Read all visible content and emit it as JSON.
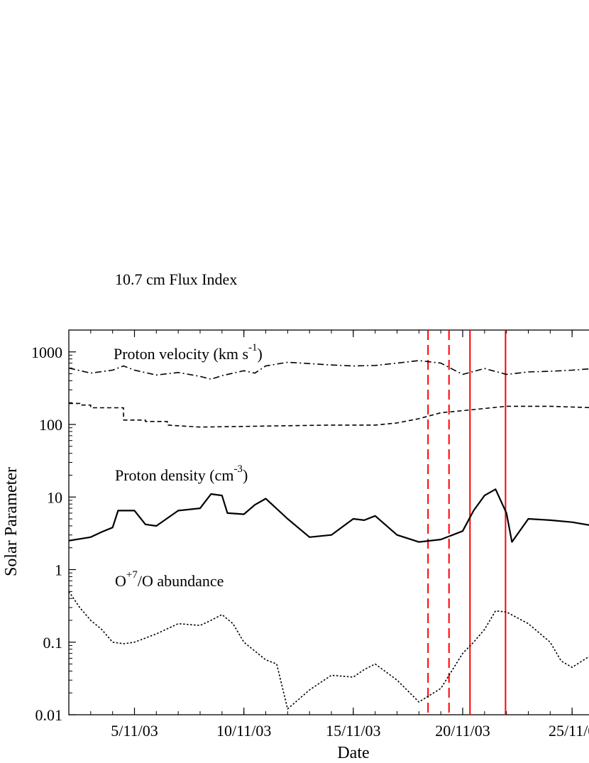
{
  "chart_data": {
    "type": "line",
    "xlabel": "Date",
    "ylabel": "Solar Parameter",
    "yscale": "log",
    "ylim": [
      0.01,
      2000
    ],
    "xlim": [
      "2003-11-02",
      "2003-11-26"
    ],
    "x_ticks": [
      {
        "date": "2003-11-05",
        "label": "5/11/03"
      },
      {
        "date": "2003-11-10",
        "label": "10/11/03"
      },
      {
        "date": "2003-11-15",
        "label": "15/11/03"
      },
      {
        "date": "2003-11-20",
        "label": "20/11/03"
      },
      {
        "date": "2003-11-25",
        "label": "25/11/0"
      }
    ],
    "y_ticks": [
      {
        "value": 0.01,
        "label": "0.01"
      },
      {
        "value": 0.1,
        "label": "0.1"
      },
      {
        "value": 1,
        "label": "1"
      },
      {
        "value": 10,
        "label": "10"
      },
      {
        "value": 100,
        "label": "100"
      },
      {
        "value": 1000,
        "label": "1000"
      }
    ],
    "grid": false,
    "series": [
      {
        "name": "Proton velocity (km s-1)",
        "label_main": "Proton velocity (km s",
        "label_sup": "-1",
        "label_end": ")",
        "style": "dashdot",
        "color": "#000000",
        "x": [
          "2003-11-02",
          "2003-11-03",
          "2003-11-04",
          "2003-11-04T12:00",
          "2003-11-05",
          "2003-11-06",
          "2003-11-07",
          "2003-11-08",
          "2003-11-08T12:00",
          "2003-11-09",
          "2003-11-10",
          "2003-11-10T12:00",
          "2003-11-11",
          "2003-11-12",
          "2003-11-13",
          "2003-11-14",
          "2003-11-15",
          "2003-11-16",
          "2003-11-17",
          "2003-11-18",
          "2003-11-19",
          "2003-11-20",
          "2003-11-21",
          "2003-11-22",
          "2003-11-23",
          "2003-11-24",
          "2003-11-25",
          "2003-11-26"
        ],
        "y": [
          600,
          510,
          560,
          640,
          560,
          480,
          520,
          460,
          420,
          470,
          550,
          510,
          640,
          720,
          690,
          660,
          640,
          650,
          700,
          760,
          700,
          490,
          590,
          490,
          530,
          540,
          560,
          590
        ]
      },
      {
        "name": "10.7 cm Flux Index",
        "style": "dashed",
        "color": "#000000",
        "x": [
          "2003-11-02",
          "2003-11-02T12:00",
          "2003-11-02T12:00",
          "2003-11-03",
          "2003-11-03",
          "2003-11-04",
          "2003-11-04T12:00",
          "2003-11-04T12:00",
          "2003-11-05T12:00",
          "2003-11-05T12:00",
          "2003-11-06T12:00",
          "2003-11-06T12:00",
          "2003-11-08",
          "2003-11-10",
          "2003-11-12",
          "2003-11-14",
          "2003-11-16",
          "2003-11-17",
          "2003-11-17",
          "2003-11-18",
          "2003-11-18",
          "2003-11-19",
          "2003-11-19",
          "2003-11-20",
          "2003-11-20",
          "2003-11-22",
          "2003-11-24",
          "2003-11-26"
        ],
        "y": [
          195,
          195,
          185,
          185,
          170,
          170,
          170,
          115,
          115,
          110,
          110,
          98,
          92,
          94,
          96,
          98,
          98,
          105,
          105,
          120,
          120,
          145,
          145,
          155,
          155,
          178,
          178,
          170
        ]
      },
      {
        "name": "Proton density (cm-3)",
        "label_main": "Proton density (cm",
        "label_sup": "-3",
        "label_end": ")",
        "style": "solid",
        "color": "#000000",
        "x": [
          "2003-11-02",
          "2003-11-03",
          "2003-11-03T12:00",
          "2003-11-04",
          "2003-11-04T06:00",
          "2003-11-05",
          "2003-11-05T12:00",
          "2003-11-06",
          "2003-11-07",
          "2003-11-08",
          "2003-11-08T12:00",
          "2003-11-09",
          "2003-11-09T06:00",
          "2003-11-10",
          "2003-11-10T12:00",
          "2003-11-11",
          "2003-11-12",
          "2003-11-13",
          "2003-11-14",
          "2003-11-15",
          "2003-11-15T12:00",
          "2003-11-16",
          "2003-11-17",
          "2003-11-18",
          "2003-11-19",
          "2003-11-20",
          "2003-11-20T12:00",
          "2003-11-21",
          "2003-11-21T12:00",
          "2003-11-22",
          "2003-11-22T06:00",
          "2003-11-23",
          "2003-11-24",
          "2003-11-25",
          "2003-11-26"
        ],
        "y": [
          2.5,
          2.8,
          3.3,
          3.8,
          6.5,
          6.5,
          4.2,
          4.0,
          6.5,
          7.0,
          11.0,
          10.5,
          6.0,
          5.8,
          7.8,
          9.5,
          5.0,
          2.8,
          3.0,
          5.0,
          4.8,
          5.5,
          3.0,
          2.4,
          2.6,
          3.4,
          6.5,
          10.5,
          12.8,
          6.0,
          2.4,
          5.0,
          4.8,
          4.5,
          4.0
        ]
      },
      {
        "name": "O+7/O abundance",
        "label_pre": "O",
        "label_sup": "+7",
        "label_end": "/O abundance",
        "style": "dotted",
        "color": "#000000",
        "x": [
          "2003-11-02",
          "2003-11-02T12:00",
          "2003-11-03",
          "2003-11-03T12:00",
          "2003-11-04",
          "2003-11-04T12:00",
          "2003-11-05",
          "2003-11-06",
          "2003-11-07",
          "2003-11-08",
          "2003-11-08T12:00",
          "2003-11-09",
          "2003-11-09T12:00",
          "2003-11-10",
          "2003-11-11",
          "2003-11-11T12:00",
          "2003-11-12",
          "2003-11-13",
          "2003-11-14",
          "2003-11-15",
          "2003-11-15T12:00",
          "2003-11-16",
          "2003-11-17",
          "2003-11-18",
          "2003-11-19",
          "2003-11-20",
          "2003-11-20T12:00",
          "2003-11-21",
          "2003-11-21T12:00",
          "2003-11-22",
          "2003-11-23",
          "2003-11-24",
          "2003-11-24T12:00",
          "2003-11-25",
          "2003-11-26"
        ],
        "y": [
          0.5,
          0.3,
          0.2,
          0.15,
          0.1,
          0.095,
          0.1,
          0.13,
          0.18,
          0.17,
          0.2,
          0.24,
          0.18,
          0.1,
          0.057,
          0.05,
          0.012,
          0.022,
          0.035,
          0.033,
          0.042,
          0.05,
          0.03,
          0.015,
          0.023,
          0.07,
          0.1,
          0.15,
          0.27,
          0.26,
          0.18,
          0.1,
          0.055,
          0.045,
          0.07
        ]
      }
    ],
    "vertical_lines": [
      {
        "date": "2003-11-18T10:00",
        "style": "dashed",
        "color": "#ff0000"
      },
      {
        "date": "2003-11-19T09:00",
        "style": "dashed",
        "color": "#ff0000"
      },
      {
        "date": "2003-11-20T08:00",
        "style": "solid",
        "color": "#ff0000"
      },
      {
        "date": "2003-11-21T23:00",
        "style": "solid",
        "color": "#ff0000"
      }
    ]
  }
}
